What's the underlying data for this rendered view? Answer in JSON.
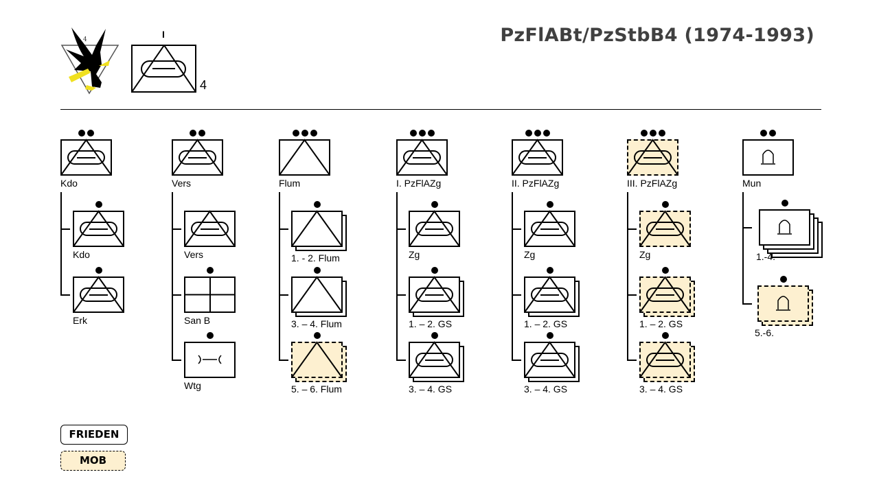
{
  "header": {
    "title": "PzFlABt/PzStbB4 (1974-1993)",
    "logo_number": "4",
    "unit_echelon": "I",
    "unit_number": "4"
  },
  "colors": {
    "mob_fill": "#fdf0d0",
    "title": "#404040"
  },
  "columns": [
    {
      "hq": {
        "label": "Kdo",
        "dots": 2,
        "symbol": "air-defence",
        "mob": false
      },
      "children": [
        {
          "label": "Kdo",
          "dots": 1,
          "symbol": "air-defence",
          "stack": 0,
          "mob": false
        },
        {
          "label": "Erk",
          "dots": 1,
          "symbol": "air-defence",
          "stack": 0,
          "mob": false
        }
      ]
    },
    {
      "hq": {
        "label": "Vers",
        "dots": 2,
        "symbol": "air-defence",
        "mob": false
      },
      "children": [
        {
          "label": "Vers",
          "dots": 0,
          "symbol": "air-defence",
          "stack": 0,
          "mob": false
        },
        {
          "label": "San B",
          "dots": 1,
          "symbol": "medical",
          "stack": 0,
          "mob": false
        },
        {
          "label": "Wtg",
          "dots": 1,
          "symbol": "maintenance",
          "stack": 0,
          "mob": false
        }
      ]
    },
    {
      "hq": {
        "label": "Flum",
        "dots": 3,
        "symbol": "triangle",
        "mob": false
      },
      "children": [
        {
          "label": "1. - 2. Flum",
          "dots": 1,
          "symbol": "triangle",
          "stack": 1,
          "mob": false
        },
        {
          "label": "3. – 4. Flum",
          "dots": 1,
          "symbol": "triangle",
          "stack": 1,
          "mob": false
        },
        {
          "label": "5. – 6. Flum",
          "dots": 1,
          "symbol": "triangle",
          "stack": 1,
          "mob": true
        }
      ]
    },
    {
      "hq": {
        "label": "I.  PzFlAZg",
        "dots": 3,
        "symbol": "air-defence",
        "mob": false
      },
      "children": [
        {
          "label": "Zg",
          "dots": 1,
          "symbol": "air-defence",
          "stack": 0,
          "mob": false
        },
        {
          "label": "1. – 2. GS",
          "dots": 1,
          "symbol": "air-defence",
          "stack": 1,
          "mob": false
        },
        {
          "label": "3. – 4. GS",
          "dots": 1,
          "symbol": "air-defence",
          "stack": 1,
          "mob": false
        }
      ]
    },
    {
      "hq": {
        "label": "II.  PzFlAZg",
        "dots": 3,
        "symbol": "air-defence",
        "mob": false
      },
      "children": [
        {
          "label": "Zg",
          "dots": 1,
          "symbol": "air-defence",
          "stack": 0,
          "mob": false
        },
        {
          "label": "1. – 2. GS",
          "dots": 1,
          "symbol": "air-defence",
          "stack": 1,
          "mob": false
        },
        {
          "label": "3. – 4. GS",
          "dots": 1,
          "symbol": "air-defence",
          "stack": 1,
          "mob": false
        }
      ]
    },
    {
      "hq": {
        "label": "III.  PzFlAZg",
        "dots": 3,
        "symbol": "air-defence",
        "mob": true
      },
      "children": [
        {
          "label": "Zg",
          "dots": 1,
          "symbol": "air-defence",
          "stack": 0,
          "mob": true
        },
        {
          "label": "1. – 2. GS",
          "dots": 1,
          "symbol": "air-defence",
          "stack": 1,
          "mob": true
        },
        {
          "label": "3. – 4. GS",
          "dots": 1,
          "symbol": "air-defence",
          "stack": 1,
          "mob": true
        }
      ]
    },
    {
      "hq": {
        "label": "Mun",
        "dots": 2,
        "symbol": "ammunition",
        "mob": false
      },
      "children": [
        {
          "label": "1.-4.",
          "dots": 1,
          "symbol": "ammunition",
          "stack": 3,
          "mob": false
        },
        {
          "label": "5.-6.",
          "dots": 1,
          "symbol": "ammunition",
          "stack": 1,
          "mob": true
        }
      ]
    }
  ],
  "legend": {
    "peace": "FRIEDEN",
    "mob": "MOB"
  }
}
